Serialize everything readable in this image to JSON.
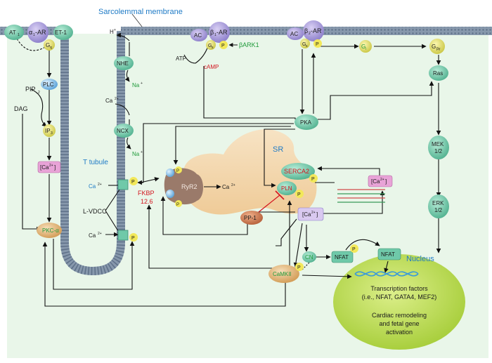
{
  "labels": {
    "sarcolemmal_membrane": "Sarcolemmal membrane",
    "t_tubule": "T tubule",
    "sr": "SR",
    "nucleus": "Nucleus",
    "at1": "AT",
    "at1_sub": "1",
    "alpha1_ar": "α",
    "alpha1_ar_sub": "1",
    "alpha1_ar_tail": "-AR",
    "et1": "ET-1",
    "gq": "G",
    "gq_sub": "q",
    "plc": "PLC",
    "pip2": "PIP",
    "pip2_sub": "2",
    "dag": "DAG",
    "ip3": "IP",
    "ip3_sub": "3",
    "ca_i_left": "[Ca",
    "ca_i_left_sup": "2+",
    "ca_i_left_sub": "]",
    "pkc": "PKC-α",
    "h_plus": "H",
    "h_plus_sup": "+",
    "nhe": "NHE",
    "na_1": "Na",
    "na_1_sup": "+",
    "ca_ncx": "Ca",
    "ca_ncx_sup": "2+",
    "ncx": "NCX",
    "na_2": "Na",
    "na_2_sup": "+",
    "ac_1": "AC",
    "beta1_ar": "β",
    "beta1_ar_sub": "1",
    "beta1_ar_tail": "-AR",
    "gs_1": "G",
    "gs_1_sub": "s",
    "p_beta1": "P",
    "bark1": "βARK1",
    "atp": "ATP",
    "camp": "cAMP",
    "ac_2": "AC",
    "beta2_ar": "β",
    "beta2_ar_sub": "2",
    "beta2_ar_tail": "-AR",
    "gs_2": "G",
    "gs_2_sub": "s",
    "p_beta2": "P",
    "gi": "G",
    "gi_sub": "i",
    "gbg": "G",
    "gbg_sub": "βγ",
    "ras": "Ras",
    "mek": "MEK",
    "mek_2": "1/2",
    "erk": "ERK",
    "erk_2": "1/2",
    "pka": "PKA",
    "ca_ttub": "Ca",
    "ca_ttub_sup": "2+",
    "p_lvdcc_top": "P",
    "lvdcc": "L-VDCC",
    "ca_lower": "Ca",
    "ca_lower_sup": "2+",
    "p_lvdcc_bot": "P",
    "ryr2": "RyR2",
    "ca_ryr": "Ca",
    "ca_ryr_sup": "2+",
    "p_ryr_top": "P",
    "p_ryr_bot": "P",
    "fkbp": "FKBP",
    "fkbp_2": "12.6",
    "serca2": "SERCA2",
    "pln": "PLN",
    "p_serca": "P",
    "p_pln": "P",
    "ca_sr": "[Ca",
    "ca_sr_sup": "2+",
    "ca_sr_sub": "]",
    "pp1": "PP-1",
    "ca_i_center": "[Ca",
    "ca_i_center_sup": "2+",
    "ca_i_center_sub": "]",
    "cn": "CN",
    "nfat_cyto": "NFAT",
    "p_nfat": "P",
    "nfat_nuc": "NFAT",
    "camkii": "CaMKII",
    "p_camk": "P",
    "tf_line1": "Transcription factors",
    "tf_line2": "(i.e., NFAT, GATA4, MEF2)",
    "remodel_1": "Cardiac remodeling",
    "remodel_2": "and fetal gene",
    "remodel_3": "activation"
  },
  "colors": {
    "cytoplasm": "#e6f5e6",
    "membrane": "#7d8fa3",
    "sr": "#f3d7ae",
    "nucleus": "#c5e15a",
    "receptor": "#b6a8dd",
    "gprotein": "#d7e07a",
    "teal_node": "#6fc9a9",
    "pink_box": "#e8a3d7",
    "phospho": "#f2e85a",
    "increase": "#1f9a3a",
    "decrease": "#d3141e",
    "blue_label": "#1f7bc6"
  }
}
